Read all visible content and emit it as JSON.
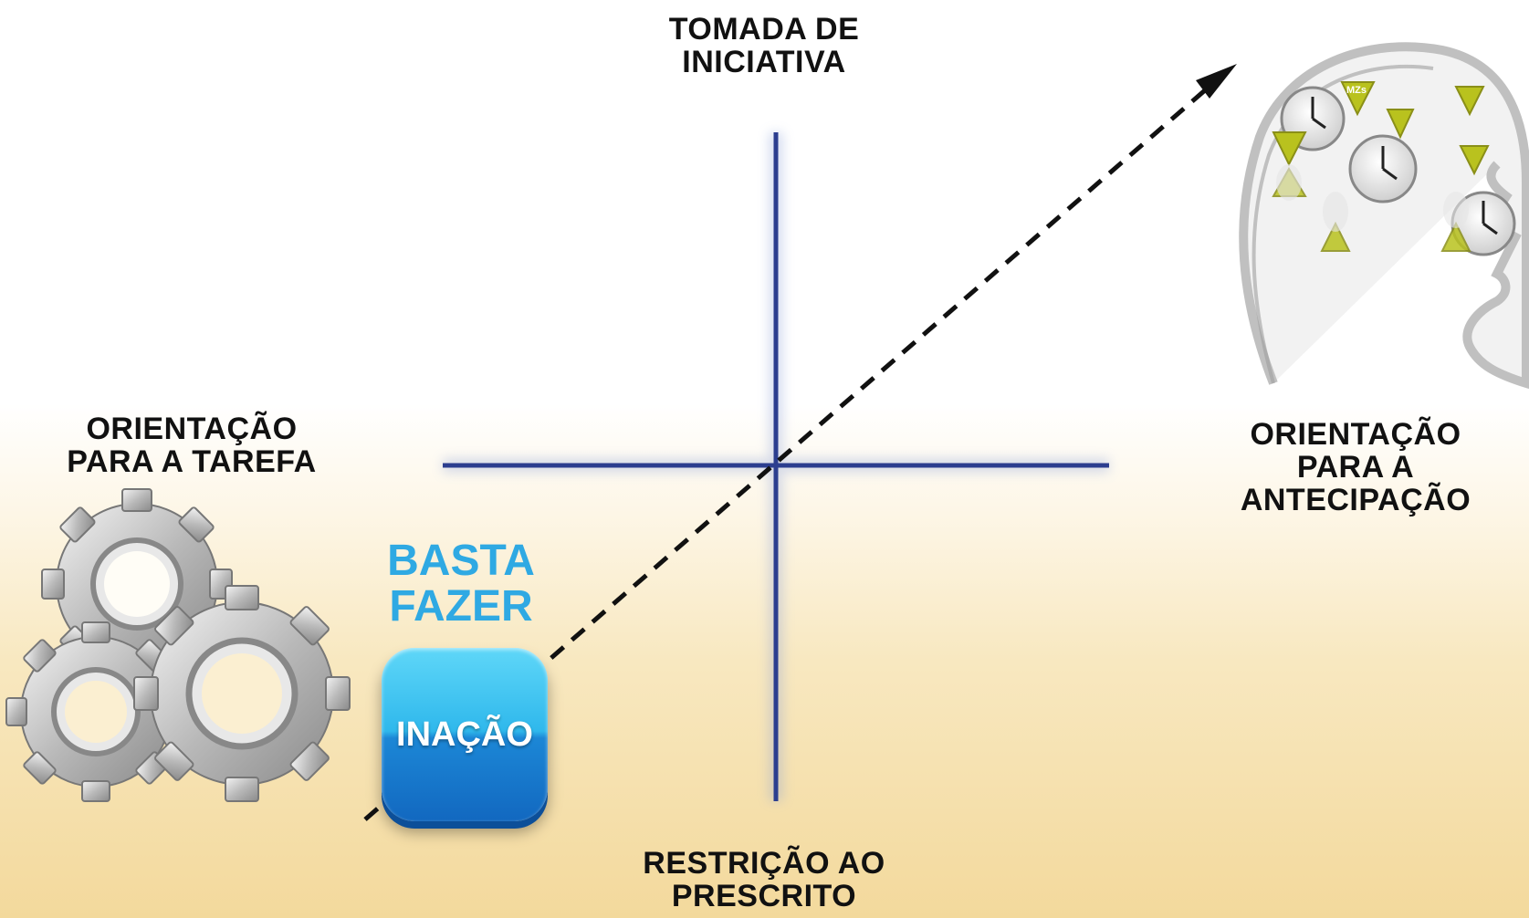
{
  "axes": {
    "top": [
      "TOMADA DE",
      "INICIATIVA"
    ],
    "bottom": [
      "RESTRIÇÃO AO",
      "PRESCRITO"
    ],
    "left": [
      "ORIENTAÇÃO",
      "PARA A TAREFA"
    ],
    "right": [
      "ORIENTAÇÃO",
      "PARA A",
      "ANTECIPAÇÃO"
    ]
  },
  "callout": [
    "BASTA",
    "FAZER"
  ],
  "button": {
    "label": "INAÇÃO"
  },
  "illustrations": {
    "gears": "gears-icon",
    "head": "head-with-clocks-and-hourglasses-icon",
    "hourglass_text": "MZs"
  },
  "colors": {
    "axis": "#2c3e8f",
    "callout": "#2fa9e3",
    "button_top": "#5fd7f8",
    "button_bottom": "#1268c0"
  }
}
